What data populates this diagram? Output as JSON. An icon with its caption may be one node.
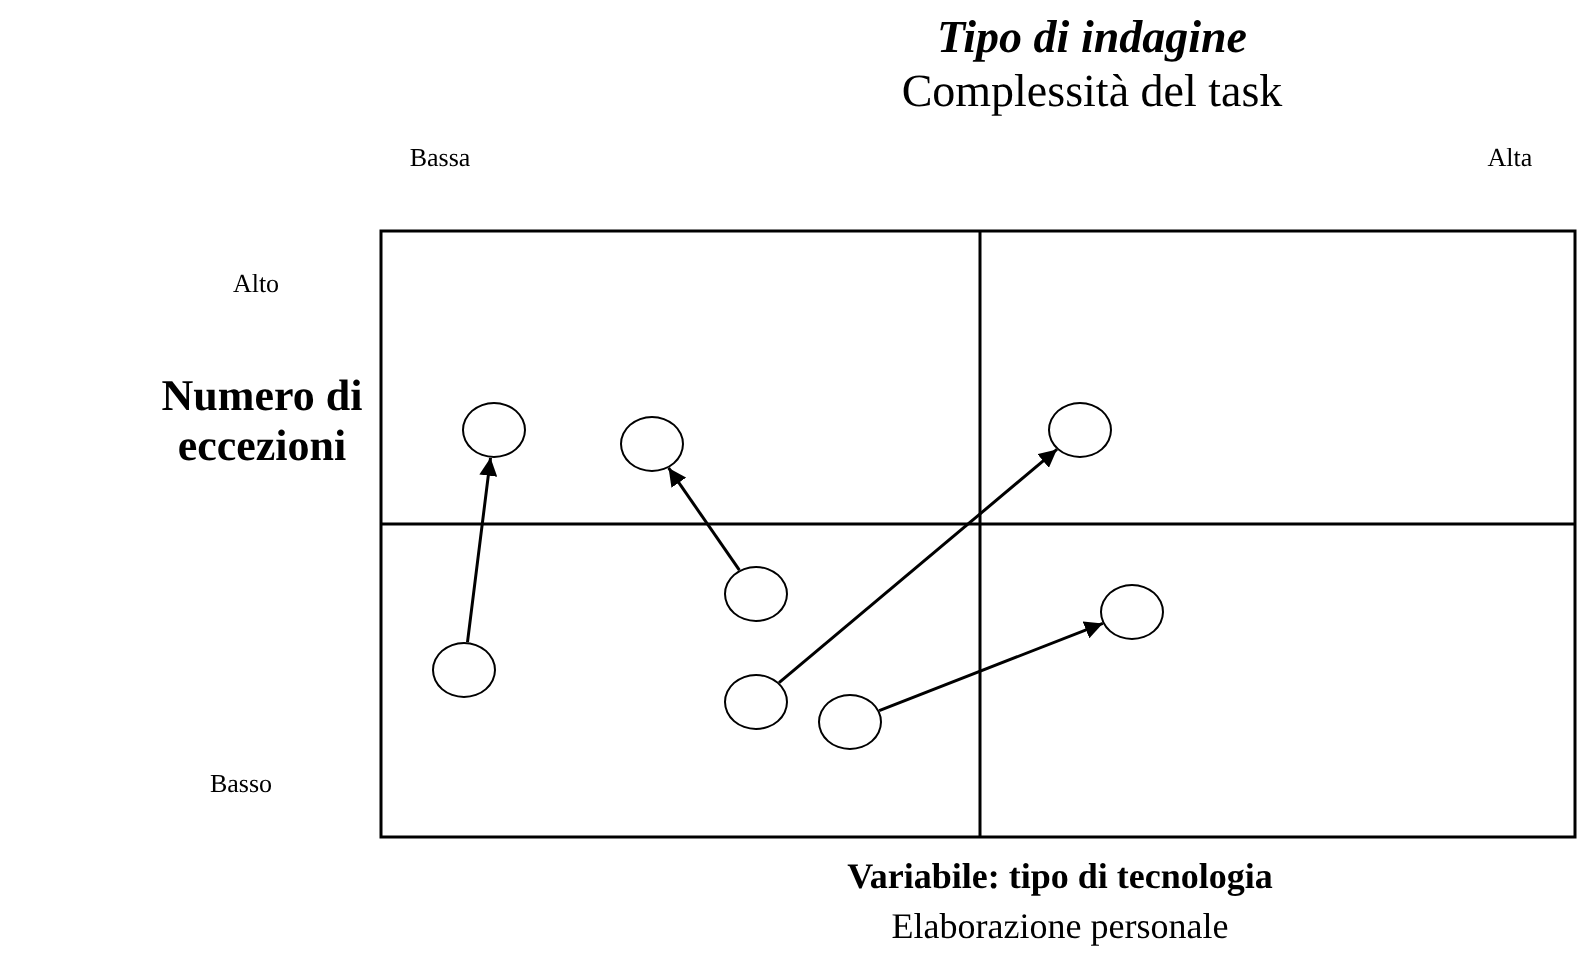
{
  "diagram": {
    "title": "Tipo di indagine",
    "nodes": [
      {
        "text": [],
        "shape": "circle"
      },
      {
        "text": [],
        "shape": "circle"
      },
      {
        "text": [],
        "shape": "circle"
      },
      {
        "text": [],
        "shape": "circle"
      },
      {
        "text": [],
        "shape": "circle"
      },
      {
        "text": [],
        "shape": "circle"
      },
      {
        "text": [],
        "shape": "circle"
      },
      {
        "text": [],
        "shape": "circle"
      }
    ],
    "edges": [
      {
        "from": 0,
        "to": 1,
        "arrow": "to"
      },
      {
        "from": 3,
        "to": 2,
        "arrow": "to"
      },
      {
        "from": 4,
        "to": 6,
        "arrow": "to"
      },
      {
        "from": 5,
        "to": 7,
        "arrow": "to"
      }
    ],
    "labels": [
      "Complessità del task",
      "Bassa",
      "Alta",
      "Alto",
      "Numero di eccezioni",
      "Basso",
      "Variabile: tipo di tecnologia",
      "Elaborazione personale"
    ]
  }
}
